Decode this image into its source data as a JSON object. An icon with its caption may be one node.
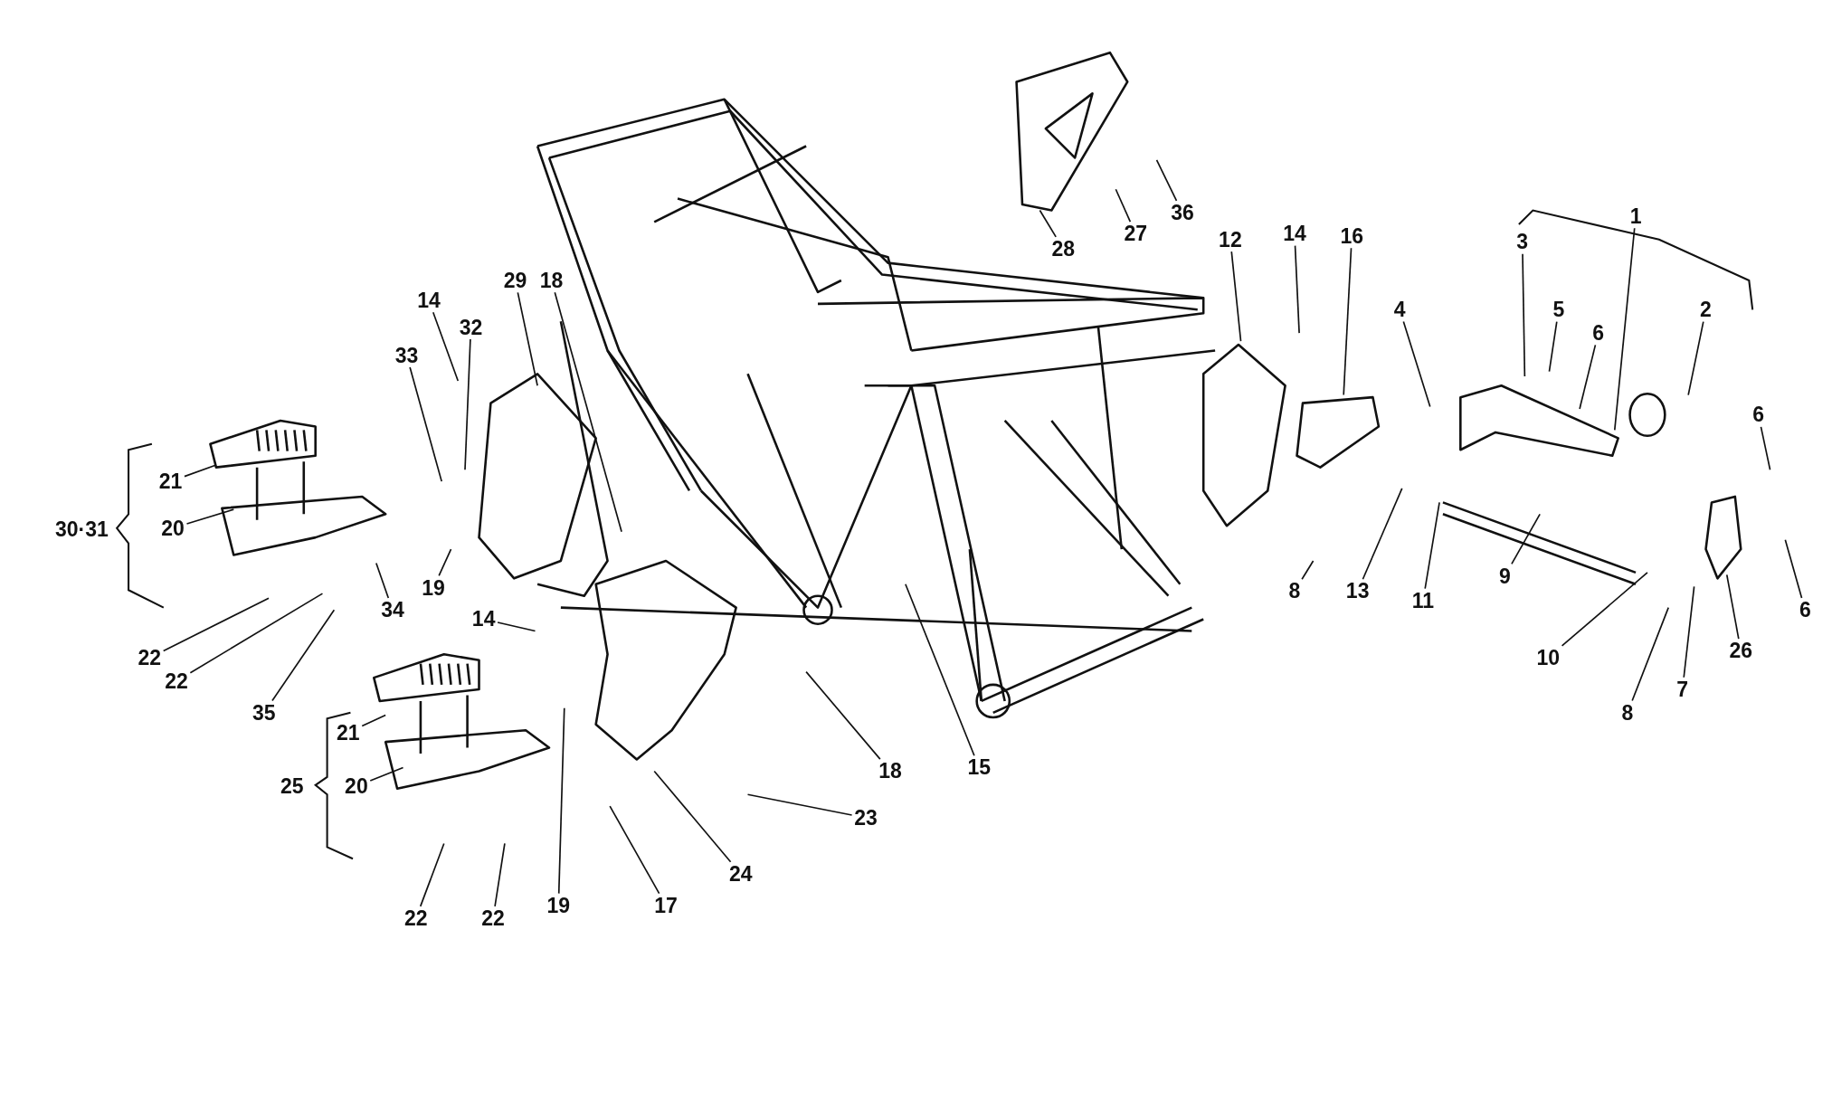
{
  "diagram": {
    "nodes": [
      {
        "text": [
          "1"
        ]
      },
      {
        "text": [
          "2"
        ]
      },
      {
        "text": [
          "3"
        ]
      },
      {
        "text": [
          "4"
        ]
      },
      {
        "text": [
          "5"
        ]
      },
      {
        "text": [
          "6"
        ]
      },
      {
        "text": [
          "6"
        ]
      },
      {
        "text": [
          "6"
        ]
      },
      {
        "text": [
          "7"
        ]
      },
      {
        "text": [
          "8"
        ]
      },
      {
        "text": [
          "8"
        ]
      },
      {
        "text": [
          "9"
        ]
      },
      {
        "text": [
          "10"
        ]
      },
      {
        "text": [
          "11"
        ]
      },
      {
        "text": [
          "12"
        ]
      },
      {
        "text": [
          "13"
        ]
      },
      {
        "text": [
          "14"
        ]
      },
      {
        "text": [
          "14"
        ]
      },
      {
        "text": [
          "14"
        ]
      },
      {
        "text": [
          "15"
        ]
      },
      {
        "text": [
          "16"
        ]
      },
      {
        "text": [
          "17"
        ]
      },
      {
        "text": [
          "18"
        ]
      },
      {
        "text": [
          "18"
        ]
      },
      {
        "text": [
          "19"
        ]
      },
      {
        "text": [
          "19"
        ]
      },
      {
        "text": [
          "20"
        ]
      },
      {
        "text": [
          "20"
        ]
      },
      {
        "text": [
          "21"
        ]
      },
      {
        "text": [
          "21"
        ]
      },
      {
        "text": [
          "22"
        ]
      },
      {
        "text": [
          "22"
        ]
      },
      {
        "text": [
          "22"
        ]
      },
      {
        "text": [
          "22"
        ]
      },
      {
        "text": [
          "23"
        ]
      },
      {
        "text": [
          "24"
        ]
      },
      {
        "text": [
          "26"
        ]
      },
      {
        "text": [
          "27"
        ]
      },
      {
        "text": [
          "28"
        ]
      },
      {
        "text": [
          "29"
        ]
      },
      {
        "text": [
          "32"
        ]
      },
      {
        "text": [
          "33"
        ]
      },
      {
        "text": [
          "34"
        ]
      },
      {
        "text": [
          "35"
        ]
      },
      {
        "text": [
          "36"
        ]
      }
    ],
    "edges": [
      {
        "from": 0,
        "to": null,
        "arrow": "none"
      },
      {
        "from": 1,
        "to": null,
        "arrow": "none"
      },
      {
        "from": 2,
        "to": null,
        "arrow": "none"
      },
      {
        "from": 3,
        "to": null,
        "arrow": "none"
      },
      {
        "from": 4,
        "to": null,
        "arrow": "none"
      },
      {
        "from": 5,
        "to": null,
        "arrow": "none"
      },
      {
        "from": 6,
        "to": null,
        "arrow": "none"
      },
      {
        "from": 7,
        "to": null,
        "arrow": "none"
      },
      {
        "from": 8,
        "to": null,
        "arrow": "none"
      },
      {
        "from": 9,
        "to": null,
        "arrow": "none"
      },
      {
        "from": 10,
        "to": null,
        "arrow": "none"
      },
      {
        "from": 11,
        "to": null,
        "arrow": "none"
      },
      {
        "from": 12,
        "to": null,
        "arrow": "none"
      },
      {
        "from": 13,
        "to": null,
        "arrow": "none"
      },
      {
        "from": 14,
        "to": null,
        "arrow": "none"
      },
      {
        "from": 15,
        "to": null,
        "arrow": "none"
      },
      {
        "from": 16,
        "to": null,
        "arrow": "none"
      },
      {
        "from": 17,
        "to": null,
        "arrow": "none"
      },
      {
        "from": 18,
        "to": null,
        "arrow": "none"
      },
      {
        "from": 19,
        "to": null,
        "arrow": "none"
      },
      {
        "from": 20,
        "to": null,
        "arrow": "none"
      },
      {
        "from": 21,
        "to": null,
        "arrow": "none"
      },
      {
        "from": 22,
        "to": null,
        "arrow": "none"
      },
      {
        "from": 23,
        "to": null,
        "arrow": "none"
      },
      {
        "from": 24,
        "to": null,
        "arrow": "none"
      },
      {
        "from": 25,
        "to": null,
        "arrow": "none"
      },
      {
        "from": 26,
        "to": null,
        "arrow": "none"
      },
      {
        "from": 27,
        "to": null,
        "arrow": "none"
      },
      {
        "from": 28,
        "to": null,
        "arrow": "none"
      },
      {
        "from": 29,
        "to": null,
        "arrow": "none"
      },
      {
        "from": 30,
        "to": null,
        "arrow": "none"
      },
      {
        "from": 31,
        "to": null,
        "arrow": "none"
      },
      {
        "from": 32,
        "to": null,
        "arrow": "none"
      },
      {
        "from": 33,
        "to": null,
        "arrow": "none"
      },
      {
        "from": 34,
        "to": null,
        "arrow": "none"
      },
      {
        "from": 35,
        "to": null,
        "arrow": "none"
      },
      {
        "from": 36,
        "to": null,
        "arrow": "none"
      },
      {
        "from": 37,
        "to": null,
        "arrow": "none"
      },
      {
        "from": 38,
        "to": null,
        "arrow": "none"
      },
      {
        "from": 39,
        "to": null,
        "arrow": "none"
      },
      {
        "from": 40,
        "to": null,
        "arrow": "none"
      },
      {
        "from": 41,
        "to": null,
        "arrow": "none"
      },
      {
        "from": 42,
        "to": null,
        "arrow": "none"
      },
      {
        "from": 43,
        "to": null,
        "arrow": "none"
      },
      {
        "from": 44,
        "to": null,
        "arrow": "none"
      }
    ],
    "labels": [
      "30·31",
      "25"
    ]
  }
}
